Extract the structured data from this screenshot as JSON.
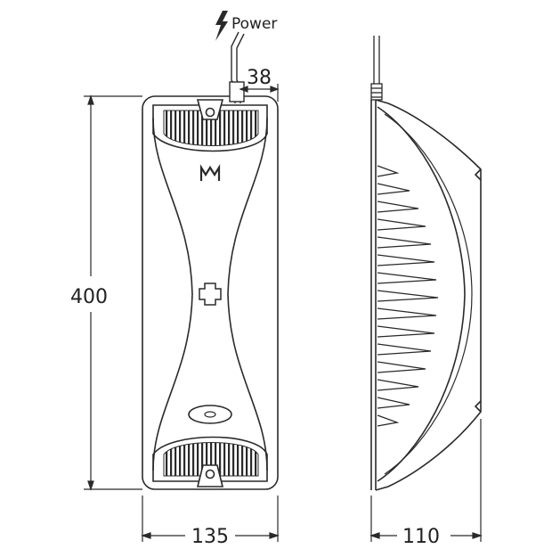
{
  "diagram": {
    "power_label": "Power",
    "dimensions": {
      "height": "400",
      "width_front": "135",
      "width_side": "110",
      "connector_offset": "38"
    },
    "logo_text": "M",
    "icons": [
      "lightning-bolt-icon",
      "plus-icon",
      "logo-icon"
    ],
    "colors": {
      "line": "#2a2a2a",
      "background": "#ffffff"
    }
  }
}
